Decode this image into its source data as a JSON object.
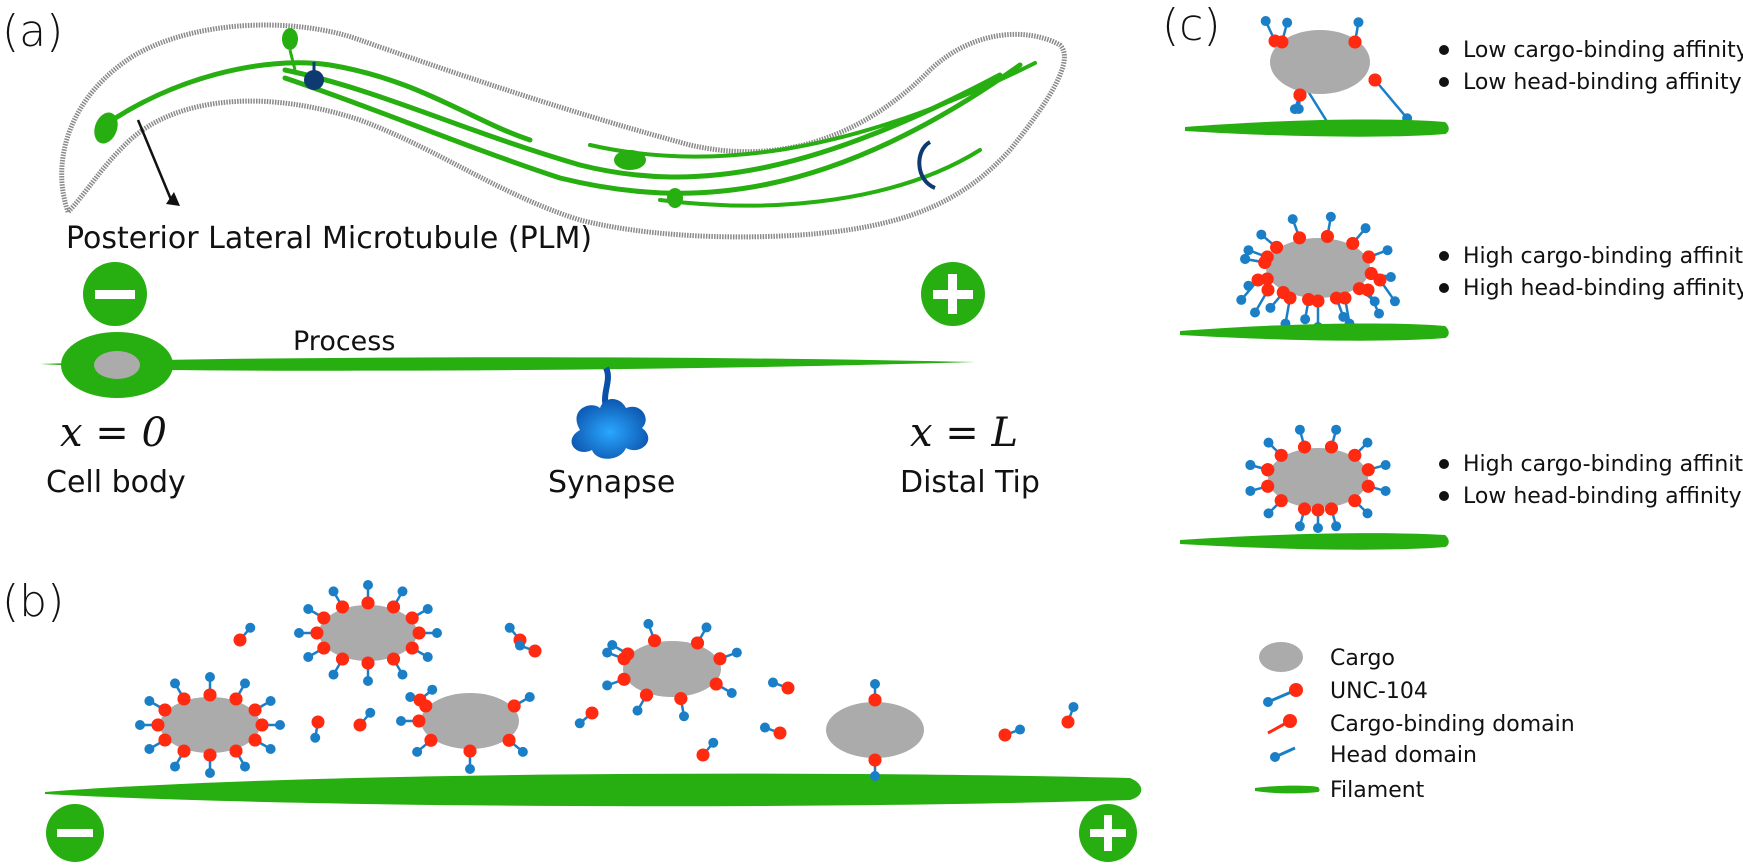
{
  "panels": {
    "a": "(a)",
    "b": "(b)",
    "c": "(c)"
  },
  "panel_a": {
    "plm_label": "Posterior Lateral Microtubule (PLM)",
    "process_label": "Process",
    "x0_label": "x = 0",
    "cell_body_label": "Cell body",
    "synapse_label": "Synapse",
    "xl_label": "x = L",
    "distal_tip_label": "Distal Tip"
  },
  "panel_c": {
    "rows": [
      {
        "bullets": [
          "Low cargo-binding affinity",
          "Low head-binding affinity"
        ]
      },
      {
        "bullets": [
          "High cargo-binding affinity",
          "High head-binding affinity"
        ]
      },
      {
        "bullets": [
          "High cargo-binding affinity",
          "Low head-binding affinity"
        ]
      }
    ]
  },
  "legend": {
    "cargo": "Cargo",
    "unc104": "UNC-104",
    "cargo_domain": "Cargo-binding domain",
    "head_domain": "Head domain",
    "filament": "Filament"
  },
  "colors": {
    "green": "#27ae10",
    "gray_cargo": "#ababab",
    "red": "#ff2a10",
    "blue": "#1a7fc6",
    "navy": "#0d3a70",
    "outline": "#8a8a8a"
  }
}
